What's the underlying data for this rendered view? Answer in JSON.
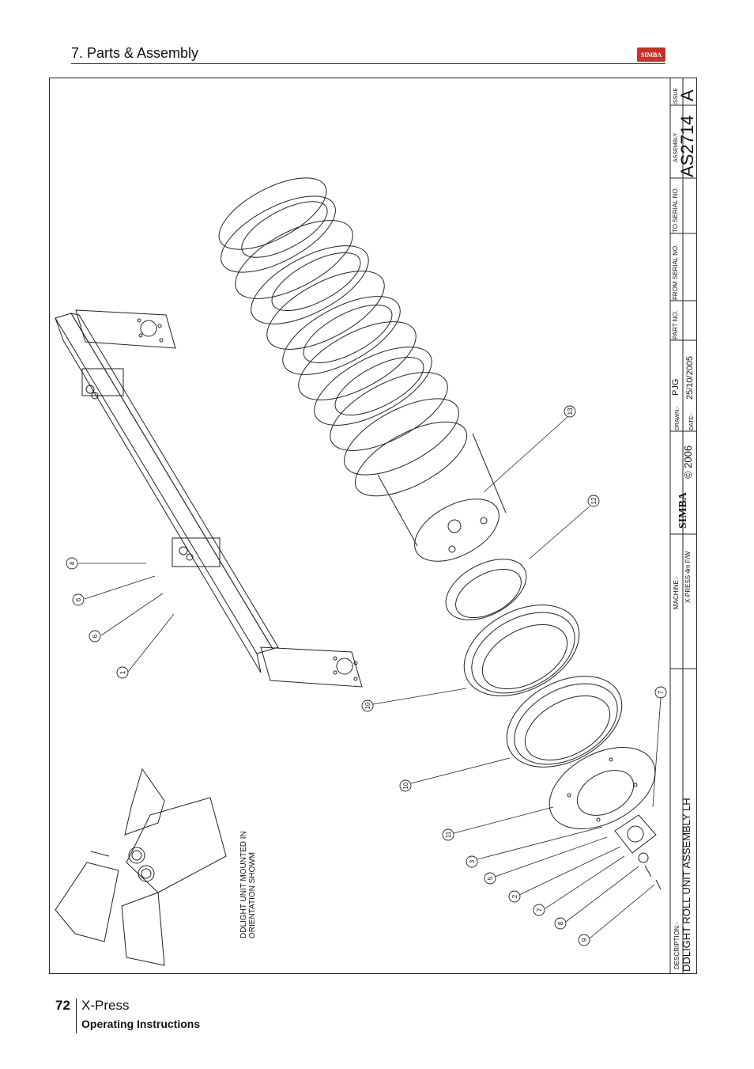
{
  "header": {
    "section_title": "7. Parts & Assembly",
    "logo_text": "SIMBA"
  },
  "title_block": {
    "issue_label": "ISSUE",
    "issue_value": "A",
    "assembly_label": "ASSEMBLY",
    "assembly_value": "AS2714",
    "to_serial_label": "TO SERIAL NO.",
    "from_serial_label": "FROM SERIAL NO.",
    "part_no_label": "PART NO.",
    "drawn_label": "DRAWN:-",
    "drawn_value": "PJG",
    "date_label": "DATE:-",
    "date_value": "25/10/2005",
    "copyright": "© 2006",
    "brand": "SIMBA",
    "machine_label": "MACHINE:-",
    "machine_value": "X-PRESS 4m F/W",
    "description_label": "DESCRIPTION:-",
    "description_value": "DDLIGHT ROLL UNIT ASSEMBLY LH"
  },
  "drawing": {
    "note_line1": "DDLIGHT UNIT MOUNTED IN",
    "note_line2": "ORIENTATION SHOWM",
    "balloons": [
      {
        "label": "4"
      },
      {
        "label": "6"
      },
      {
        "label": "6"
      },
      {
        "label": "1"
      },
      {
        "label": "10"
      },
      {
        "label": "10"
      },
      {
        "label": "11"
      },
      {
        "label": "3"
      },
      {
        "label": "5"
      },
      {
        "label": "2"
      },
      {
        "label": "7"
      },
      {
        "label": "8"
      },
      {
        "label": "9"
      },
      {
        "label": "7"
      },
      {
        "label": "12"
      },
      {
        "label": "13"
      }
    ]
  },
  "footer": {
    "page_number": "72",
    "model": "X-Press",
    "subtitle": "Operating Instructions"
  }
}
